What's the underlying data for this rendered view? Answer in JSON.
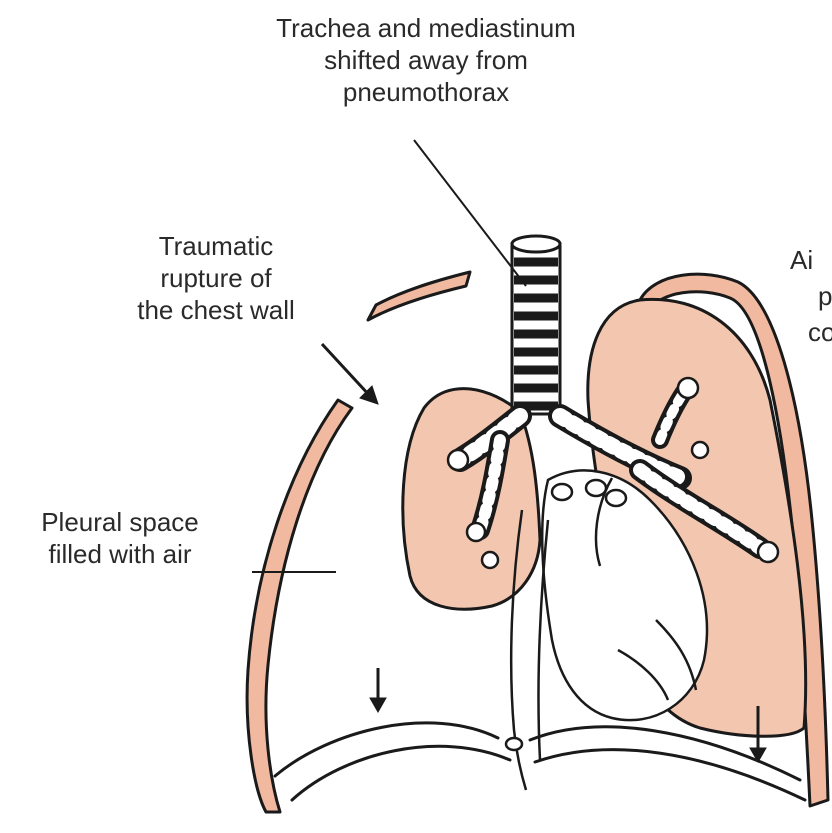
{
  "labels": {
    "top": [
      "Trachea and mediastinum",
      "shifted away from",
      "pneumothorax"
    ],
    "rupture": [
      "Traumatic",
      "rupture of",
      "the chest wall"
    ],
    "pleural": [
      "Pleural space",
      "filled with air"
    ],
    "right_partial": [
      "Ai",
      "pl",
      "co"
    ]
  },
  "colors": {
    "lung_fill": "#f3c6b0",
    "wall_fill": "#f0b9a0",
    "outline": "#1a1a1a",
    "text": "#2a2a2a"
  }
}
